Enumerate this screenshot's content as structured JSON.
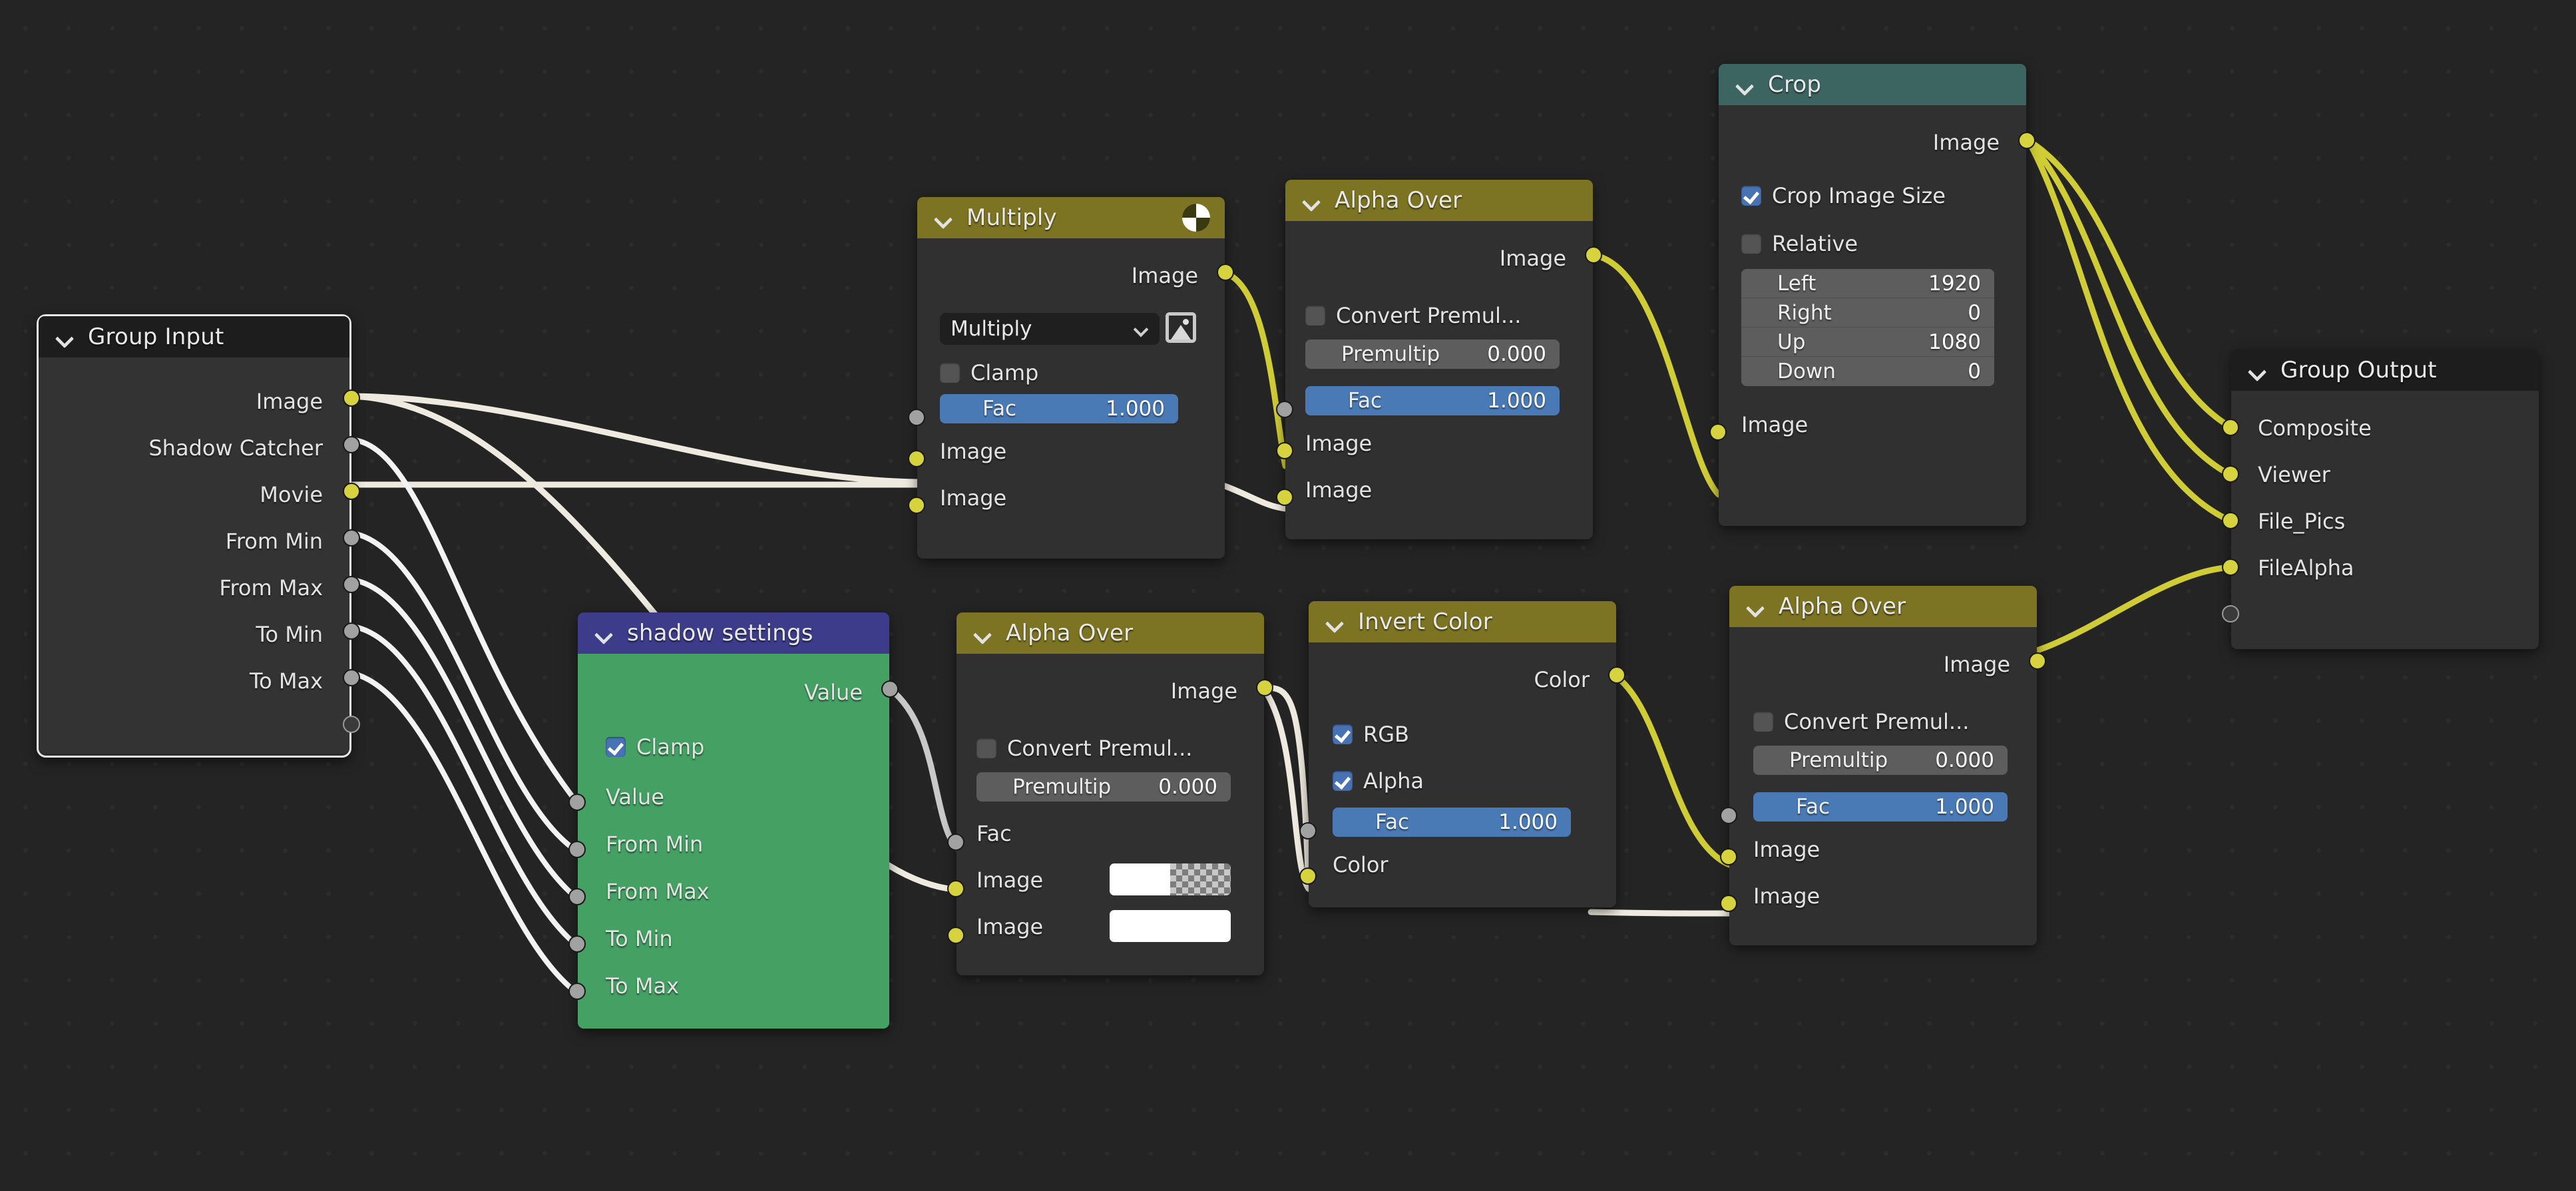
{
  "editor": {
    "name": "blender-compositor-node-editor",
    "background": "#242424"
  },
  "colors": {
    "socket_image": "#d6d33e",
    "socket_value": "#a1a1a1",
    "header_olive": "#7c7422",
    "header_teal": "#3c6562",
    "header_purple": "#3c3c8a",
    "body_green": "#44a063",
    "field_blue": "#4a7ab5",
    "wire_image": "#d6d33e",
    "wire_value": "#e8e8e8"
  },
  "nodes": {
    "group_input": {
      "title": "Group Input",
      "outputs": [
        "Image",
        "Shadow Catcher",
        "Movie",
        "From Min",
        "From Max",
        "To Min",
        "To Max"
      ]
    },
    "shadow_settings": {
      "title": "shadow settings",
      "output": "Value",
      "clamp_label": "Clamp",
      "clamp_checked": true,
      "inputs": [
        "Value",
        "From Min",
        "From Max",
        "To Min",
        "To Max"
      ]
    },
    "multiply": {
      "title": "Multiply",
      "output": "Image",
      "blend_mode": "Multiply",
      "clamp_label": "Clamp",
      "clamp_checked": false,
      "fac_label": "Fac",
      "fac_value": "1.000",
      "inputs": [
        "Image",
        "Image"
      ]
    },
    "alpha_over_top": {
      "title": "Alpha Over",
      "output": "Image",
      "convert_label": "Convert Premul...",
      "convert_checked": false,
      "premultiply_label": "Premultip",
      "premultiply_value": "0.000",
      "fac_label": "Fac",
      "fac_value": "1.000",
      "inputs": [
        "Image",
        "Image"
      ]
    },
    "crop": {
      "title": "Crop",
      "output": "Image",
      "crop_image_size_label": "Crop Image Size",
      "crop_image_size_checked": true,
      "relative_label": "Relative",
      "relative_checked": false,
      "fields": [
        {
          "key": "Left",
          "value": "1920"
        },
        {
          "key": "Right",
          "value": "0"
        },
        {
          "key": "Up",
          "value": "1080"
        },
        {
          "key": "Down",
          "value": "0"
        }
      ],
      "input": "Image"
    },
    "alpha_over_mid": {
      "title": "Alpha Over",
      "output": "Image",
      "convert_label": "Convert Premul...",
      "convert_checked": false,
      "premultiply_label": "Premultip",
      "premultiply_value": "0.000",
      "fac_label": "Fac",
      "inputs": [
        "Image",
        "Image"
      ],
      "swatch_top": "white-with-alpha-checker",
      "swatch_bottom": "white"
    },
    "invert_color": {
      "title": "Invert Color",
      "output": "Color",
      "rgb_label": "RGB",
      "rgb_checked": true,
      "alpha_label": "Alpha",
      "alpha_checked": true,
      "fac_label": "Fac",
      "fac_value": "1.000",
      "input": "Color"
    },
    "alpha_over_right": {
      "title": "Alpha Over",
      "output": "Image",
      "convert_label": "Convert Premul...",
      "convert_checked": false,
      "premultiply_label": "Premultip",
      "premultiply_value": "0.000",
      "fac_label": "Fac",
      "fac_value": "1.000",
      "inputs": [
        "Image",
        "Image"
      ]
    },
    "group_output": {
      "title": "Group Output",
      "inputs": [
        "Composite",
        "Viewer",
        "File_Pics",
        "FileAlpha"
      ]
    }
  }
}
